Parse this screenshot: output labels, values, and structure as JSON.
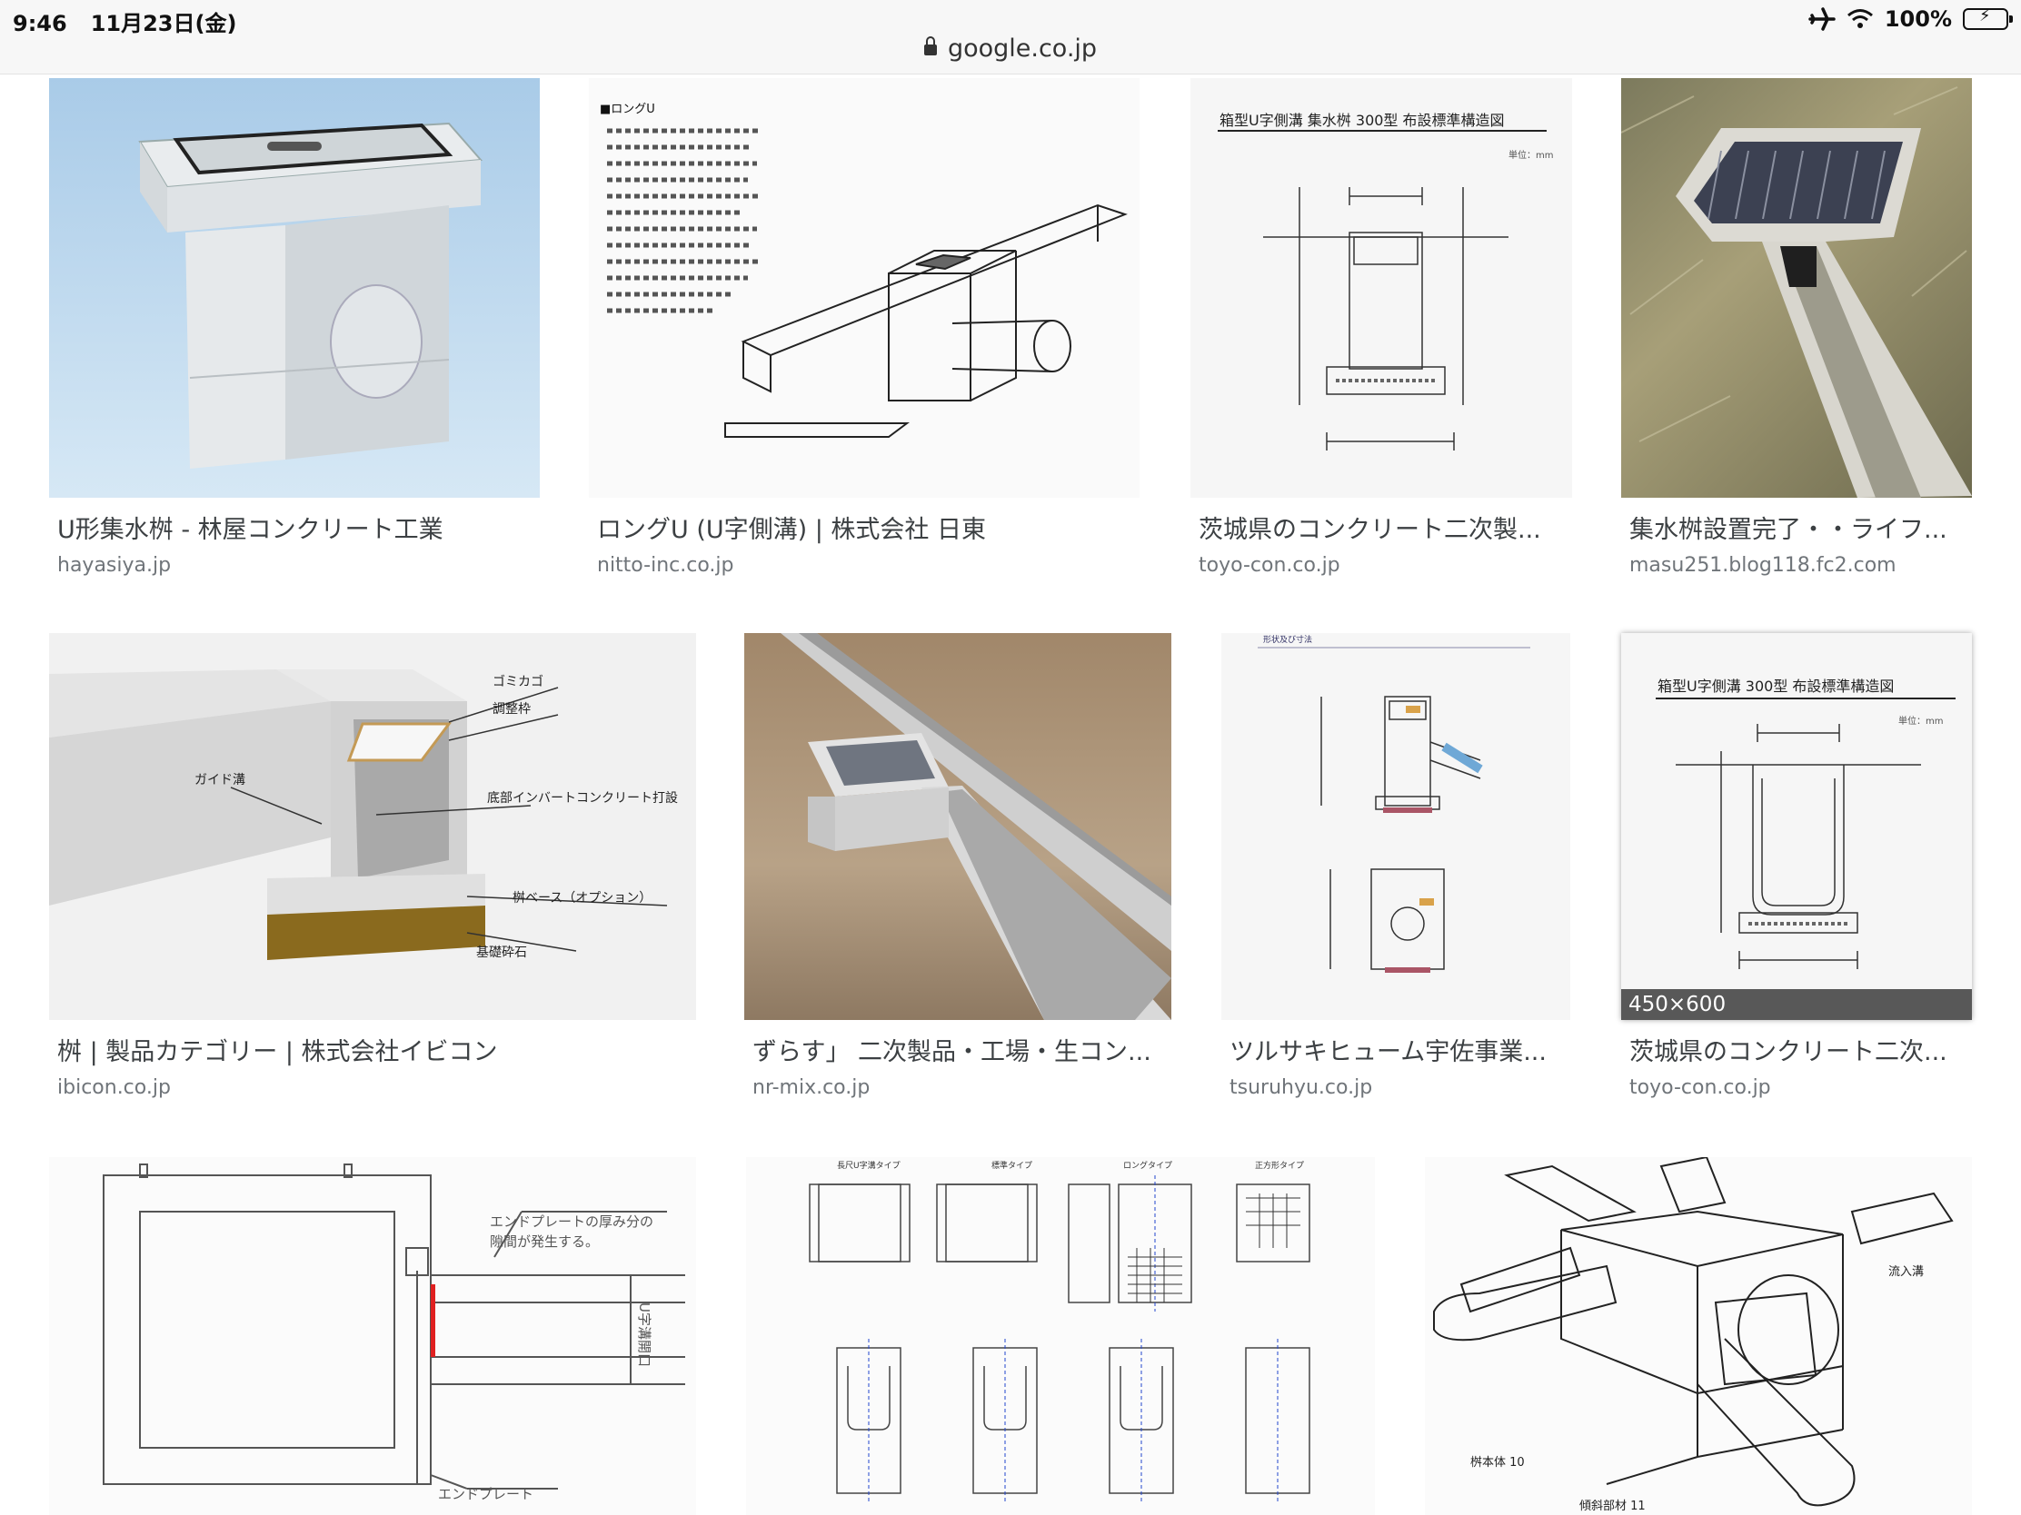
{
  "status_bar": {
    "time": "9:46",
    "date": "11月23日(金)",
    "battery": "100%",
    "icons": [
      "airplane-icon",
      "wifi-icon",
      "battery-icon"
    ]
  },
  "address_bar": {
    "url": "google.co.jp"
  },
  "results": [
    {
      "title": "U形集水桝 - 林屋コンクリート工業",
      "source": "hayasiya.jp"
    },
    {
      "title": "ロングU (U字側溝) | 株式会社 日東",
      "source": "nitto-inc.co.jp"
    },
    {
      "title": "茨城県のコンクリート二次製...",
      "source": "toyo-con.co.jp"
    },
    {
      "title": "集水桝設置完了・・ライフ...",
      "source": "masu251.blog118.fc2.com"
    },
    {
      "title": "桝 | 製品カテゴリー | 株式会社イビコン",
      "source": "ibicon.co.jp"
    },
    {
      "title": "ずらす」 二次製品・工場・生コン...",
      "source": "nr-mix.co.jp"
    },
    {
      "title": "ツルサキヒューム宇佐事業...",
      "source": "tsuruhyu.co.jp"
    },
    {
      "title": "茨城県のコンクリート二次...",
      "source": "toyo-con.co.jp",
      "dimensions": "450×600"
    },
    {
      "title": "",
      "source": ""
    },
    {
      "title": "",
      "source": ""
    },
    {
      "title": "",
      "source": ""
    }
  ],
  "image_text": {
    "longu_heading": "■ロングU",
    "diagram1_heading": "箱型U字側溝 集水桝 300型 布設標準構造図",
    "diagram2_heading": "箱型U字側溝 300型 布設標準構造図",
    "unit": "単位：mm",
    "ibicon_labels": [
      "ゴミカゴ",
      "調整枠",
      "ガイド溝",
      "底部インバートコンクリート打設",
      "桝ベース（オプション）",
      "基礎砕石"
    ],
    "endplate_note_1": "エンドプレートの厚み分の",
    "endplate_note_2": "隙間が発生する。",
    "endplate_label": "エンドプレート",
    "u_opening": "U字溝開口",
    "tsuruhyu_heading": "形状及び寸法",
    "types": [
      "長尺U字溝タイプ",
      "標準タイプ",
      "ロングタイプ",
      "正方形タイプ"
    ],
    "patent_labels": [
      "流入溝",
      "桝本体 10",
      "傾斜部材 11"
    ]
  }
}
